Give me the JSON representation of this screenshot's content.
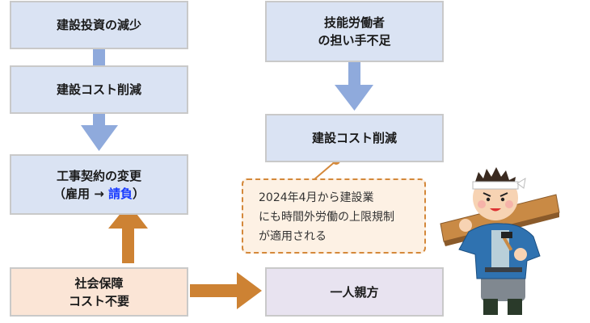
{
  "left_column": {
    "box1": {
      "text": "建設投資の減少"
    },
    "box2": {
      "text": "建設コスト削減"
    },
    "box3": {
      "line1": "工事契約の変更",
      "line2_open": "（雇用 → ",
      "line2_highlight": "請負",
      "line2_close": "）"
    },
    "box4": {
      "line1": "社会保障",
      "line2": "コスト不要"
    }
  },
  "right_column": {
    "box1": {
      "line1": "技能労働者",
      "line2": "の担い手不足"
    },
    "box2": {
      "text": "建設コスト削減"
    },
    "box3": {
      "text": "一人親方"
    }
  },
  "callout": {
    "lines": [
      "2024年4月から建設業",
      "にも時間外労働の上限規制",
      "が適用される"
    ]
  },
  "illustration": {
    "name": "carpenter-illustration"
  },
  "colors": {
    "blue_box": "#dae3f3",
    "peach_box": "#fbe5d6",
    "lavender_box": "#e8e3f0",
    "blue_arrow": "#8faadc",
    "orange_arrow": "#cd8233",
    "highlight_text": "#1a3cff",
    "callout_border": "#d4883a"
  }
}
